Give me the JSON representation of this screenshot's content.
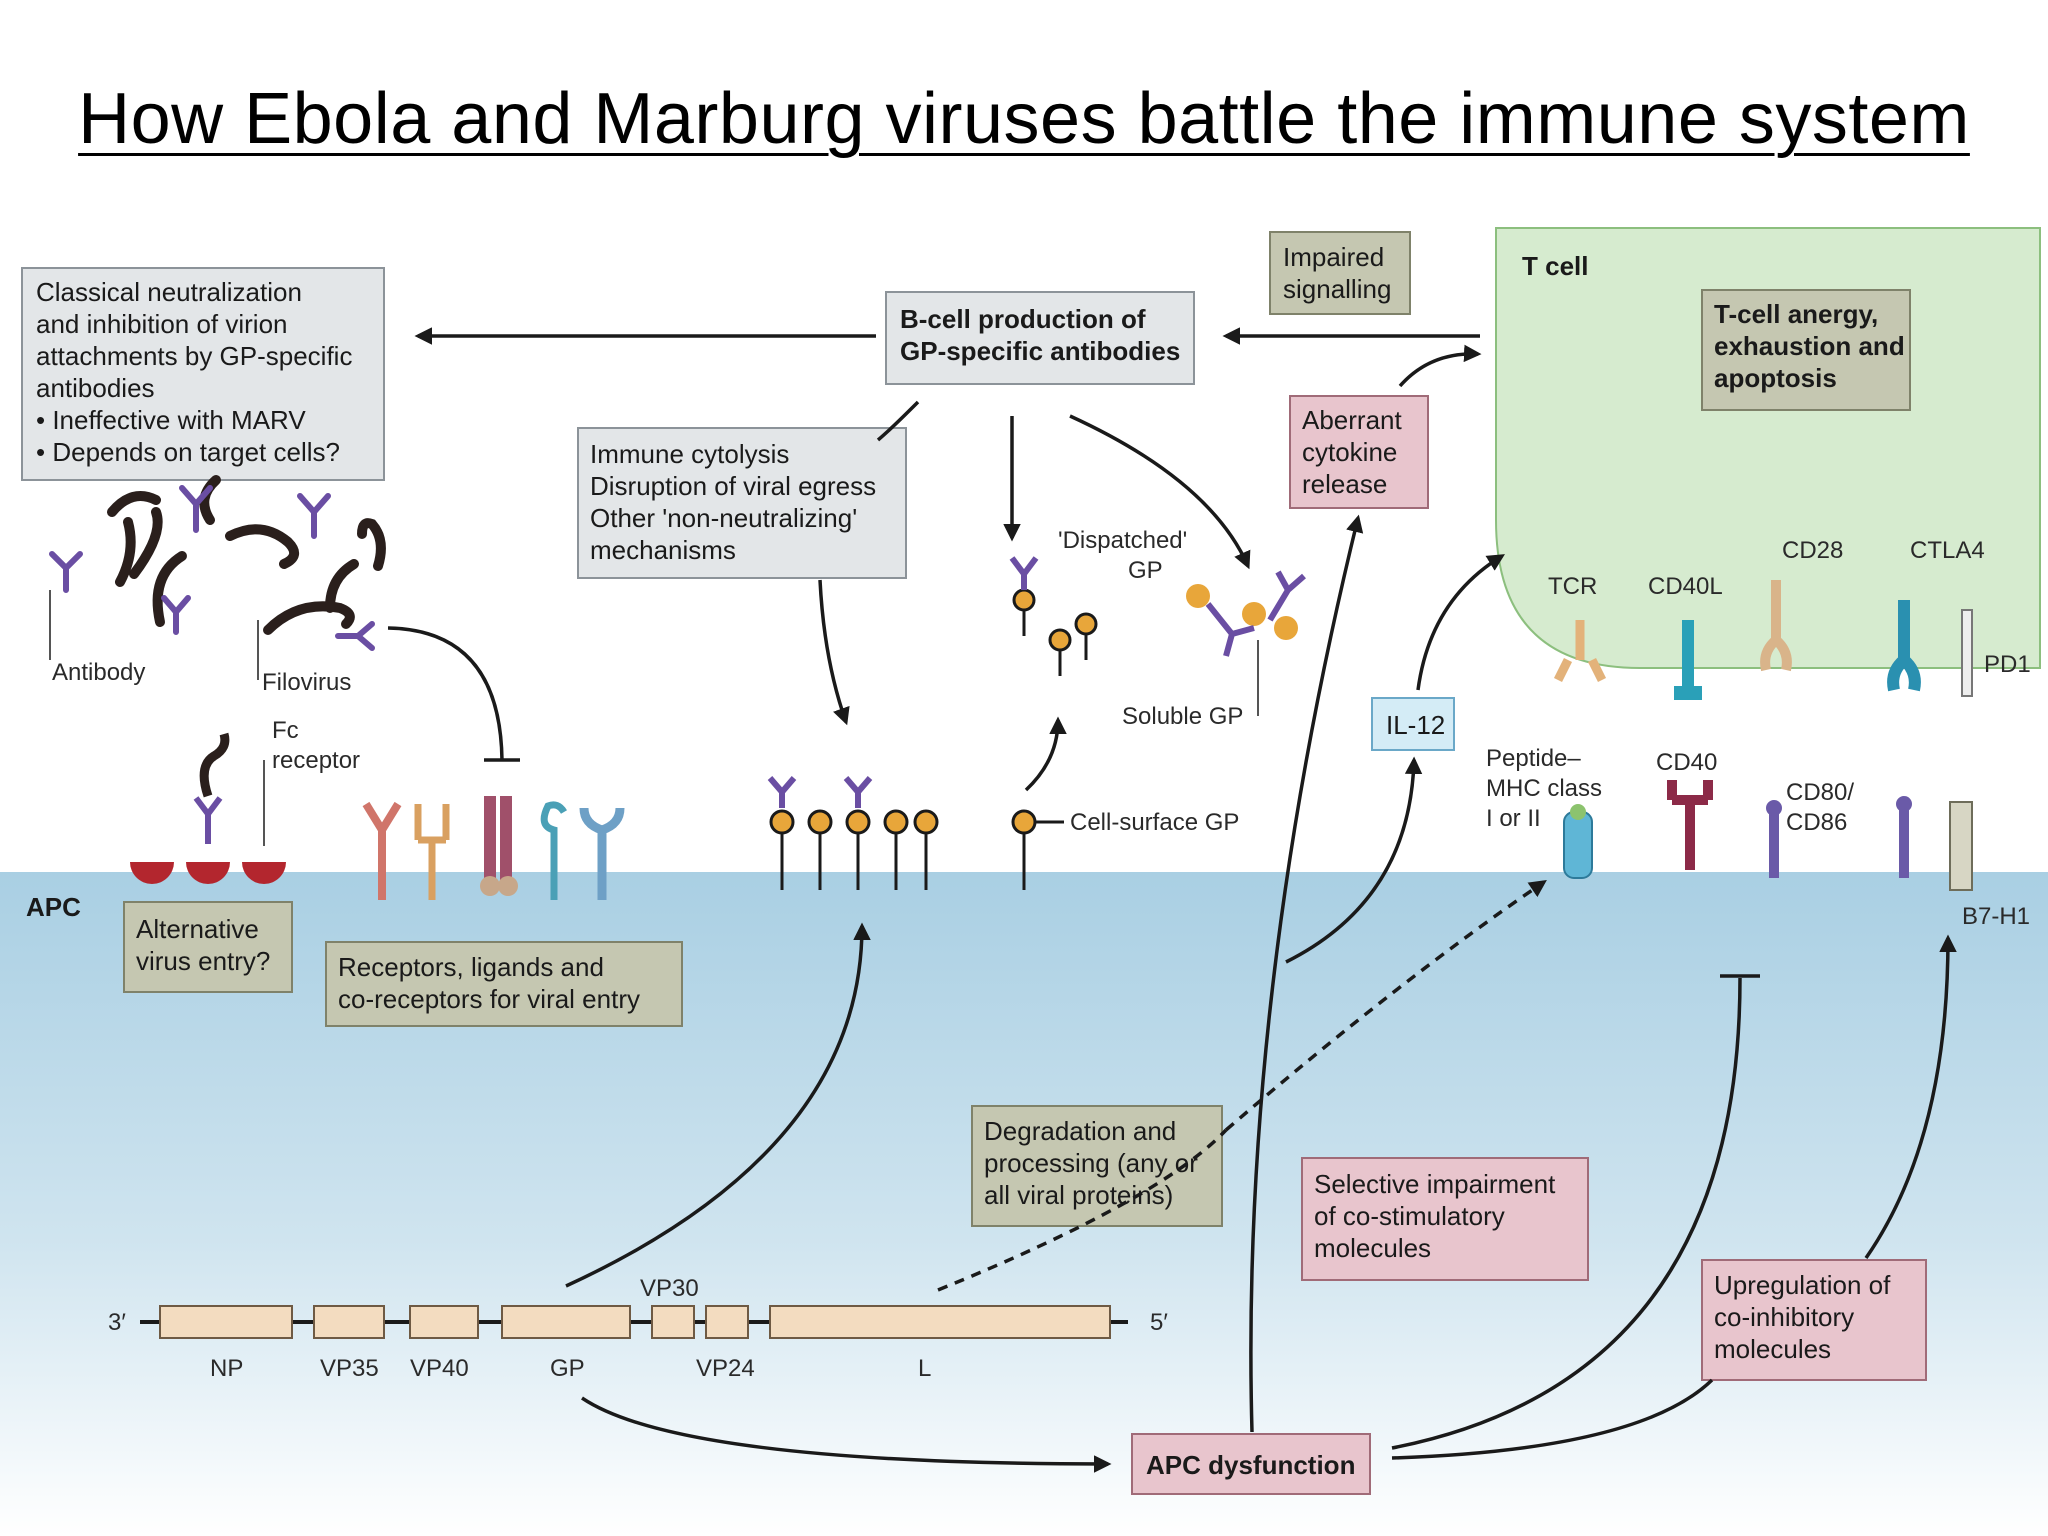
{
  "title": "How Ebola and Marburg viruses battle the immune system",
  "colors": {
    "tcell_fill": "#d6ebcf",
    "apc_fill_top": "#a9cfe3",
    "apc_fill_bottom": "#ffffff",
    "antibody": "#6a4ea3",
    "gp_ball": "#e8a63a",
    "pink_box": "#e8c5cd",
    "olive_box": "#c5c7b1",
    "grey_box": "#e3e6e8"
  },
  "regions": {
    "tcell": "T cell",
    "apc": "APC"
  },
  "boxes": {
    "classical": {
      "lines": [
        "Classical neutralization",
        "and inhibition of virion",
        "attachments by GP-specific",
        "antibodies",
        "• Ineffective with MARV",
        "• Depends on target cells?"
      ]
    },
    "bcell": {
      "lines": [
        "B-cell production of",
        "GP-specific antibodies"
      ]
    },
    "impaired": {
      "lines": [
        "Impaired",
        "signalling"
      ]
    },
    "anergy": {
      "lines": [
        "T-cell anergy,",
        "exhaustion and",
        "apoptosis"
      ]
    },
    "cytolysis": {
      "lines": [
        "Immune cytolysis",
        "Disruption of viral egress",
        "Other 'non-neutralizing'",
        "mechanisms"
      ]
    },
    "aberrant": {
      "lines": [
        "Aberrant",
        "cytokine",
        "release"
      ]
    },
    "il12": {
      "lines": [
        "IL-12"
      ]
    },
    "alt_entry": {
      "lines": [
        "Alternative",
        "virus entry?"
      ]
    },
    "receptors": {
      "lines": [
        "Receptors, ligands and",
        "co-receptors for viral entry"
      ]
    },
    "degradation": {
      "lines": [
        "Degradation and",
        "processing (any or",
        "all viral proteins)"
      ]
    },
    "selective": {
      "lines": [
        "Selective impairment",
        "of co-stimulatory",
        "molecules"
      ]
    },
    "upregulation": {
      "lines": [
        "Upregulation of",
        "co-inhibitory",
        "molecules"
      ]
    },
    "apc_dys": {
      "lines": [
        "APC dysfunction"
      ]
    }
  },
  "labels": {
    "antibody": "Antibody",
    "filovirus": "Filovirus",
    "fc_receptor": [
      "Fc",
      "receptor"
    ],
    "dispatched_gp": [
      "'Dispatched'",
      "GP"
    ],
    "soluble_gp": "Soluble GP",
    "cell_surface_gp": "Cell-surface GP",
    "tcr": "TCR",
    "cd40l": "CD40L",
    "cd28": "CD28",
    "ctla4": "CTLA4",
    "pd1": "PD1",
    "peptide_mhc": [
      "Peptide–",
      "MHC class",
      "I or II"
    ],
    "cd40": "CD40",
    "cd80": [
      "CD80/",
      "CD86"
    ],
    "b7h1": "B7-H1"
  },
  "genome": {
    "three_prime": "3′",
    "five_prime": "5′",
    "genes": [
      "NP",
      "VP35",
      "VP40",
      "GP",
      "VP30",
      "VP24",
      "L"
    ]
  }
}
